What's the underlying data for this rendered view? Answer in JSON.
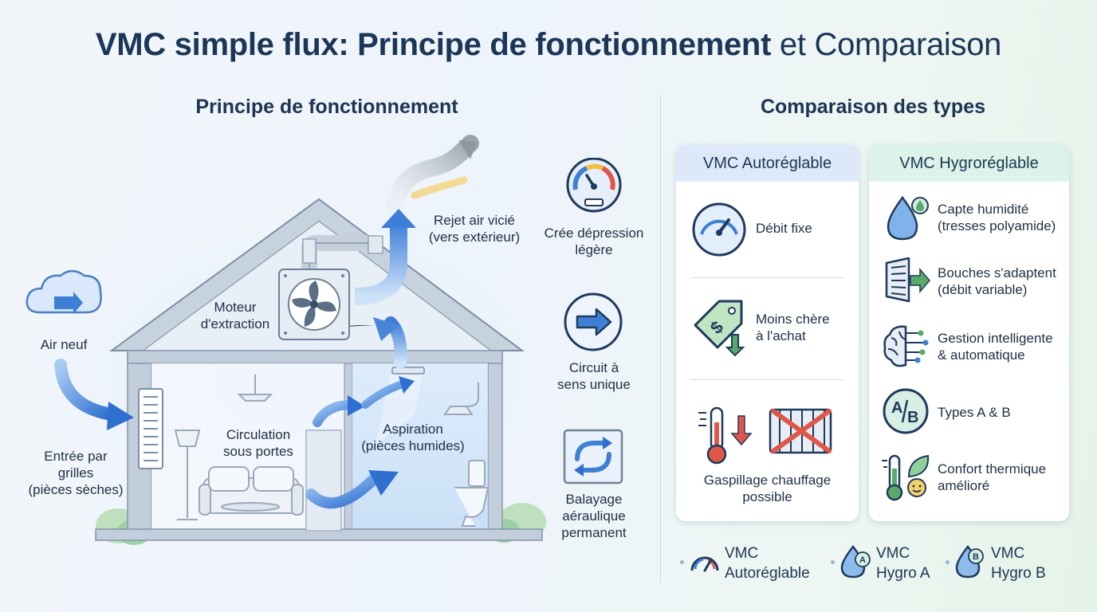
{
  "title": {
    "bold": "VMC simple flux: Principe de fonctionnement",
    "light": "et Comparaison"
  },
  "left_section": {
    "heading": "Principe de fonctionnement",
    "labels": {
      "air_neuf": "Air neuf",
      "entree_grilles": [
        "Entrée par",
        "grilles",
        "(pièces sèches)"
      ],
      "circulation": [
        "Circulation",
        "sous portes"
      ],
      "aspiration": [
        "Aspiration",
        "(pièces humides)"
      ],
      "moteur": [
        "Moteur",
        "d'extraction"
      ],
      "rejet": [
        "Rejet air vicié",
        "(vers extérieur)"
      ]
    },
    "side_items": [
      {
        "icon": "pressure-gauge-icon",
        "lines": [
          "Crée dépression",
          "légère"
        ]
      },
      {
        "icon": "arrow-right-icon",
        "lines": [
          "Circuit à",
          "sens unique"
        ]
      },
      {
        "icon": "cycle-arrows-icon",
        "lines": [
          "Balayage",
          "aéraulique",
          "permanent"
        ]
      }
    ]
  },
  "right_section": {
    "heading": "Comparaison des types",
    "auto_card": {
      "title": "VMC Autoréglable",
      "items": [
        {
          "icon": "gauge-icon",
          "lines": [
            "Débit fixe"
          ]
        },
        {
          "icon": "price-tag-icon",
          "lines": [
            "Moins chère",
            "à l'achat"
          ]
        },
        {
          "icon": "thermometer-radiator-icon",
          "lines": [
            "Gaspillage chauffage",
            "possible"
          ]
        }
      ]
    },
    "hygro_card": {
      "title": "VMC Hygroréglable",
      "items": [
        {
          "icon": "humidity-drop-icon",
          "lines": [
            "Capte humidité",
            "(tresses polyamide)"
          ]
        },
        {
          "icon": "vent-grille-icon",
          "lines": [
            "Bouches s'adaptent",
            "(débit variable)"
          ]
        },
        {
          "icon": "brain-circuit-icon",
          "lines": [
            "Gestion intelligente",
            "& automatique"
          ]
        },
        {
          "icon": "ab-badge-icon",
          "lines": [
            "Types A & B"
          ]
        },
        {
          "icon": "thermometer-leaf-icon",
          "lines": [
            "Confort thermique",
            "amélioré"
          ]
        }
      ]
    },
    "legend": [
      {
        "icon": "gauge-icon",
        "lines": [
          "VMC",
          "Autoréglable"
        ]
      },
      {
        "icon": "drop-a-icon",
        "badge": "A",
        "lines": [
          "VMC",
          "Hygro A"
        ]
      },
      {
        "icon": "drop-b-icon",
        "badge": "B",
        "lines": [
          "VMC",
          "Hygro B"
        ]
      }
    ]
  },
  "colors": {
    "navy": "#1b3657",
    "arrow_blue": "#3f7fd6",
    "auto_header": "#dde9fa",
    "hygro_header": "#dcf3ea",
    "red": "#e0574a",
    "green": "#5aaa6a"
  }
}
